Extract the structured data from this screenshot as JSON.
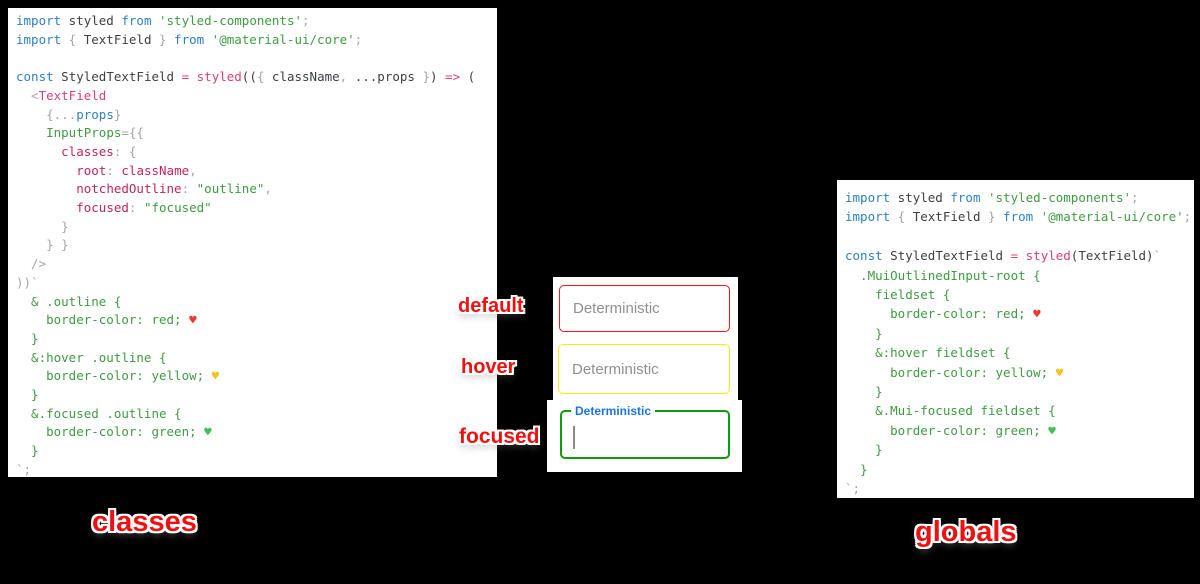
{
  "colors": {
    "background": "#000000",
    "label_red": "#ee1111",
    "border_default": "#fc1414",
    "border_hover": "#f6ef00",
    "border_focused": "#0f9b0f",
    "focused_label_blue": "#1a73e8",
    "syntax_keyword_blue": "#2f80c1",
    "syntax_string_green": "#3f9b41",
    "syntax_pink": "#d6407c",
    "syntax_property_crimson": "#c2255c",
    "syntax_punct_gray": "#a2a5ab"
  },
  "labels": {
    "classes": "classes",
    "globals": "globals",
    "state_default": "default",
    "state_hover": "hover",
    "state_focused": "focused"
  },
  "demo": {
    "default_placeholder": "Deterministic",
    "hover_placeholder": "Deterministic",
    "focused_floating_label": "Deterministic"
  },
  "code_panels": {
    "classes": {
      "caption": "classes",
      "lines": [
        [
          {
            "c": "kw",
            "t": "import"
          },
          {
            "c": "def",
            "t": " styled "
          },
          {
            "c": "kw",
            "t": "from"
          },
          {
            "c": "str",
            "t": " 'styled-components'"
          },
          {
            "c": "gray",
            "t": ";"
          }
        ],
        [
          {
            "c": "kw",
            "t": "import"
          },
          {
            "c": "gray",
            "t": " { "
          },
          {
            "c": "def",
            "t": "TextField"
          },
          {
            "c": "gray",
            "t": " } "
          },
          {
            "c": "kw",
            "t": "from"
          },
          {
            "c": "str",
            "t": " '@material-ui/core'"
          },
          {
            "c": "gray",
            "t": ";"
          }
        ],
        [],
        [
          {
            "c": "kw",
            "t": "const"
          },
          {
            "c": "def",
            "t": " StyledTextField "
          },
          {
            "c": "pink",
            "t": "="
          },
          {
            "c": "def",
            "t": " "
          },
          {
            "c": "pink",
            "t": "styled"
          },
          {
            "c": "def",
            "t": "(("
          },
          {
            "c": "gray",
            "t": "{ "
          },
          {
            "c": "def",
            "t": "className"
          },
          {
            "c": "gray",
            "t": ", "
          },
          {
            "c": "def",
            "t": "...props"
          },
          {
            "c": "gray",
            "t": " }"
          },
          {
            "c": "def",
            "t": ") "
          },
          {
            "c": "pink",
            "t": "=>"
          },
          {
            "c": "def",
            "t": " ("
          }
        ],
        [
          {
            "c": "gray",
            "t": "  <"
          },
          {
            "c": "pink",
            "t": "TextField"
          }
        ],
        [
          {
            "c": "def",
            "t": "    "
          },
          {
            "c": "gray",
            "t": "{..."
          },
          {
            "c": "kw",
            "t": "props"
          },
          {
            "c": "gray",
            "t": "}"
          }
        ],
        [
          {
            "c": "def",
            "t": "    "
          },
          {
            "c": "grn",
            "t": "InputProps"
          },
          {
            "c": "gray",
            "t": "={{"
          }
        ],
        [
          {
            "c": "def",
            "t": "      "
          },
          {
            "c": "key",
            "t": "classes"
          },
          {
            "c": "gray",
            "t": ": {"
          }
        ],
        [
          {
            "c": "def",
            "t": "        "
          },
          {
            "c": "key",
            "t": "root"
          },
          {
            "c": "gray",
            "t": ": "
          },
          {
            "c": "key",
            "t": "className"
          },
          {
            "c": "gray",
            "t": ","
          }
        ],
        [
          {
            "c": "def",
            "t": "        "
          },
          {
            "c": "key",
            "t": "notchedOutline"
          },
          {
            "c": "gray",
            "t": ": "
          },
          {
            "c": "str",
            "t": "\"outline\""
          },
          {
            "c": "gray",
            "t": ","
          }
        ],
        [
          {
            "c": "def",
            "t": "        "
          },
          {
            "c": "key",
            "t": "focused"
          },
          {
            "c": "gray",
            "t": ": "
          },
          {
            "c": "str",
            "t": "\"focused\""
          }
        ],
        [
          {
            "c": "gray",
            "t": "      }"
          }
        ],
        [
          {
            "c": "gray",
            "t": "    } }"
          }
        ],
        [
          {
            "c": "gray",
            "t": "  />"
          }
        ],
        [
          {
            "c": "gray",
            "t": "))`"
          }
        ],
        [
          {
            "c": "grn",
            "t": "  & .outline {"
          }
        ],
        [
          {
            "c": "grn",
            "t": "    border-color: red; "
          },
          {
            "c": "hr",
            "t": "♥",
            "n": "red-heart-icon"
          }
        ],
        [
          {
            "c": "grn",
            "t": "  }"
          }
        ],
        [
          {
            "c": "grn",
            "t": "  &:hover .outline {"
          }
        ],
        [
          {
            "c": "grn",
            "t": "    border-color: yellow; "
          },
          {
            "c": "hy",
            "t": "♥",
            "n": "yellow-heart-icon"
          }
        ],
        [
          {
            "c": "grn",
            "t": "  }"
          }
        ],
        [
          {
            "c": "grn",
            "t": "  &.focused .outline {"
          }
        ],
        [
          {
            "c": "grn",
            "t": "    border-color: green; "
          },
          {
            "c": "hg",
            "t": "♥",
            "n": "green-heart-icon"
          }
        ],
        [
          {
            "c": "grn",
            "t": "  }"
          }
        ],
        [
          {
            "c": "gray",
            "t": "`;"
          }
        ]
      ]
    },
    "globals": {
      "caption": "globals",
      "lines": [
        [
          {
            "c": "kw",
            "t": "import"
          },
          {
            "c": "def",
            "t": " styled "
          },
          {
            "c": "kw",
            "t": "from"
          },
          {
            "c": "str",
            "t": " 'styled-components'"
          },
          {
            "c": "gray",
            "t": ";"
          }
        ],
        [
          {
            "c": "kw",
            "t": "import"
          },
          {
            "c": "gray",
            "t": " { "
          },
          {
            "c": "def",
            "t": "TextField"
          },
          {
            "c": "gray",
            "t": " } "
          },
          {
            "c": "kw",
            "t": "from"
          },
          {
            "c": "str",
            "t": " '@material-ui/core'"
          },
          {
            "c": "gray",
            "t": ";"
          }
        ],
        [],
        [
          {
            "c": "kw",
            "t": "const"
          },
          {
            "c": "def",
            "t": " StyledTextField "
          },
          {
            "c": "pink",
            "t": "="
          },
          {
            "c": "def",
            "t": " "
          },
          {
            "c": "pink",
            "t": "styled"
          },
          {
            "c": "def",
            "t": "(TextField)"
          },
          {
            "c": "gray",
            "t": "`"
          }
        ],
        [
          {
            "c": "grn",
            "t": "  .MuiOutlinedInput-root {"
          }
        ],
        [
          {
            "c": "grn",
            "t": "    fieldset {"
          }
        ],
        [
          {
            "c": "grn",
            "t": "      border-color: red; "
          },
          {
            "c": "hr",
            "t": "♥",
            "n": "red-heart-icon"
          }
        ],
        [
          {
            "c": "grn",
            "t": "    }"
          }
        ],
        [
          {
            "c": "grn",
            "t": "    &:hover fieldset {"
          }
        ],
        [
          {
            "c": "grn",
            "t": "      border-color: yellow; "
          },
          {
            "c": "hy",
            "t": "♥",
            "n": "yellow-heart-icon"
          }
        ],
        [
          {
            "c": "grn",
            "t": "    }"
          }
        ],
        [
          {
            "c": "grn",
            "t": "    &.Mui-focused fieldset {"
          }
        ],
        [
          {
            "c": "grn",
            "t": "      border-color: green; "
          },
          {
            "c": "hg",
            "t": "♥",
            "n": "green-heart-icon"
          }
        ],
        [
          {
            "c": "grn",
            "t": "    }"
          }
        ],
        [
          {
            "c": "grn",
            "t": "  }"
          }
        ],
        [
          {
            "c": "gray",
            "t": "`;"
          }
        ]
      ]
    }
  }
}
